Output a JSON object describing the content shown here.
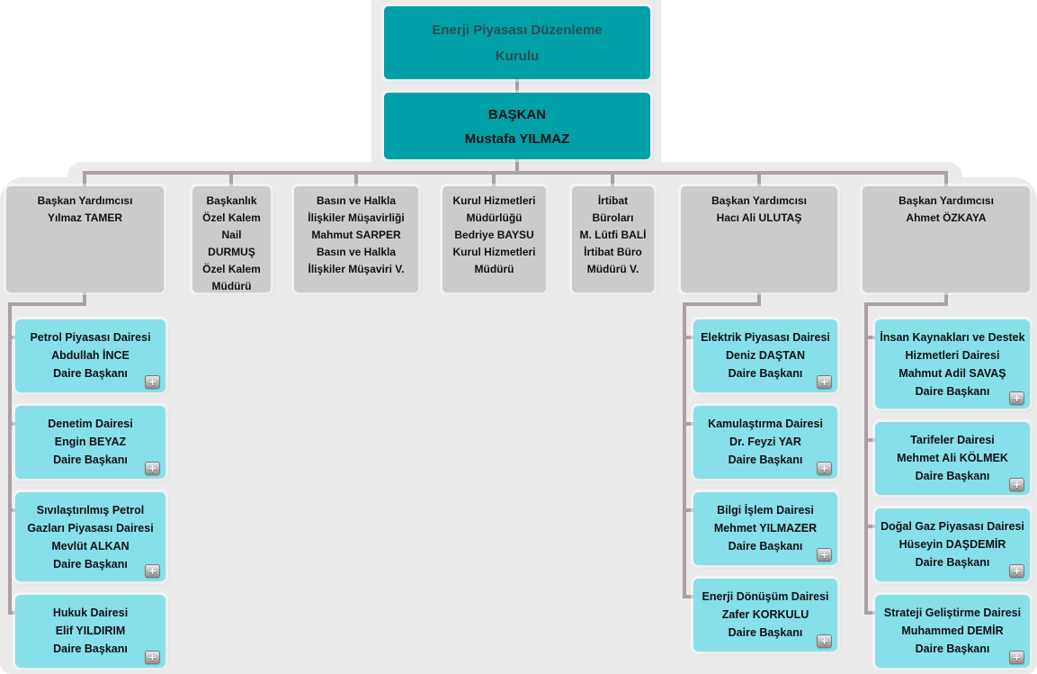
{
  "colors": {
    "teal_node": "#00A0A8",
    "cyan_node": "#87DFEA",
    "gray_node": "#CBCBCB",
    "connector": "#AC9FA5",
    "backdrop": "#EBEBEB",
    "root_text": "#2E4C57",
    "node_text": "#111111"
  },
  "org": {
    "expand_icon": "+",
    "root": {
      "lines": [
        "Enerji Piyasası Düzenleme",
        "Kurulu"
      ]
    },
    "chairman": {
      "lines": [
        "BAŞKAN",
        "Mustafa YILMAZ"
      ]
    },
    "level2": [
      {
        "lines": [
          "Başkan Yardımcısı",
          "Yılmaz TAMER"
        ]
      },
      {
        "lines": [
          "Başkanlık",
          "Özel Kalem",
          "Nail",
          "DURMUŞ",
          "Özel Kalem",
          "Müdürü"
        ]
      },
      {
        "lines": [
          "Basın ve Halkla",
          "İlişkiler Müşavirliği",
          "Mahmut SARPER",
          "Basın ve Halkla",
          "İlişkiler Müşaviri V."
        ]
      },
      {
        "lines": [
          "Kurul Hizmetleri",
          "Müdürlüğü",
          "Bedriye BAYSU",
          "Kurul Hizmetleri",
          "Müdürü"
        ]
      },
      {
        "lines": [
          "İrtibat",
          "Büroları",
          "M. Lütfi BALİ",
          "İrtibat Büro",
          "Müdürü V."
        ]
      },
      {
        "lines": [
          "Başkan Yardımcısı",
          "Hacı Ali ULUTAŞ"
        ]
      },
      {
        "lines": [
          "Başkan Yardımcısı",
          "Ahmet ÖZKAYA"
        ]
      }
    ],
    "tamer_children": [
      {
        "lines": [
          "Petrol Piyasası Dairesi",
          "Abdullah İNCE",
          "Daire Başkanı"
        ]
      },
      {
        "lines": [
          "Denetim Dairesi",
          "Engin BEYAZ",
          "Daire Başkanı"
        ]
      },
      {
        "lines": [
          "Sıvılaştırılmış Petrol",
          "Gazları Piyasası Dairesi",
          "Mevlüt ALKAN",
          "Daire Başkanı"
        ]
      },
      {
        "lines": [
          "Hukuk Dairesi",
          "Elif YILDIRIM",
          "Daire Başkanı"
        ]
      }
    ],
    "ulutas_children": [
      {
        "lines": [
          "Elektrik Piyasası Dairesi",
          "Deniz DAŞTAN",
          "Daire Başkanı"
        ]
      },
      {
        "lines": [
          "Kamulaştırma Dairesi",
          "Dr. Feyzi YAR",
          "Daire Başkanı"
        ]
      },
      {
        "lines": [
          "Bilgi İşlem Dairesi",
          "Mehmet YILMAZER",
          "Daire Başkanı"
        ]
      },
      {
        "lines": [
          "Enerji Dönüşüm Dairesi",
          "Zafer KORKULU",
          "Daire Başkanı"
        ]
      }
    ],
    "ozkaya_children": [
      {
        "lines": [
          "İnsan Kaynakları ve Destek",
          "Hizmetleri Dairesi",
          "Mahmut Adil SAVAŞ",
          "Daire Başkanı"
        ]
      },
      {
        "lines": [
          "Tarifeler Dairesi",
          "Mehmet Ali KÖLMEK",
          "Daire Başkanı"
        ]
      },
      {
        "lines": [
          "Doğal Gaz Piyasası Dairesi",
          "Hüseyin DAŞDEMİR",
          "Daire Başkanı"
        ]
      },
      {
        "lines": [
          "Strateji Geliştirme Dairesi",
          "Muhammed DEMİR",
          "Daire Başkanı"
        ]
      }
    ]
  }
}
